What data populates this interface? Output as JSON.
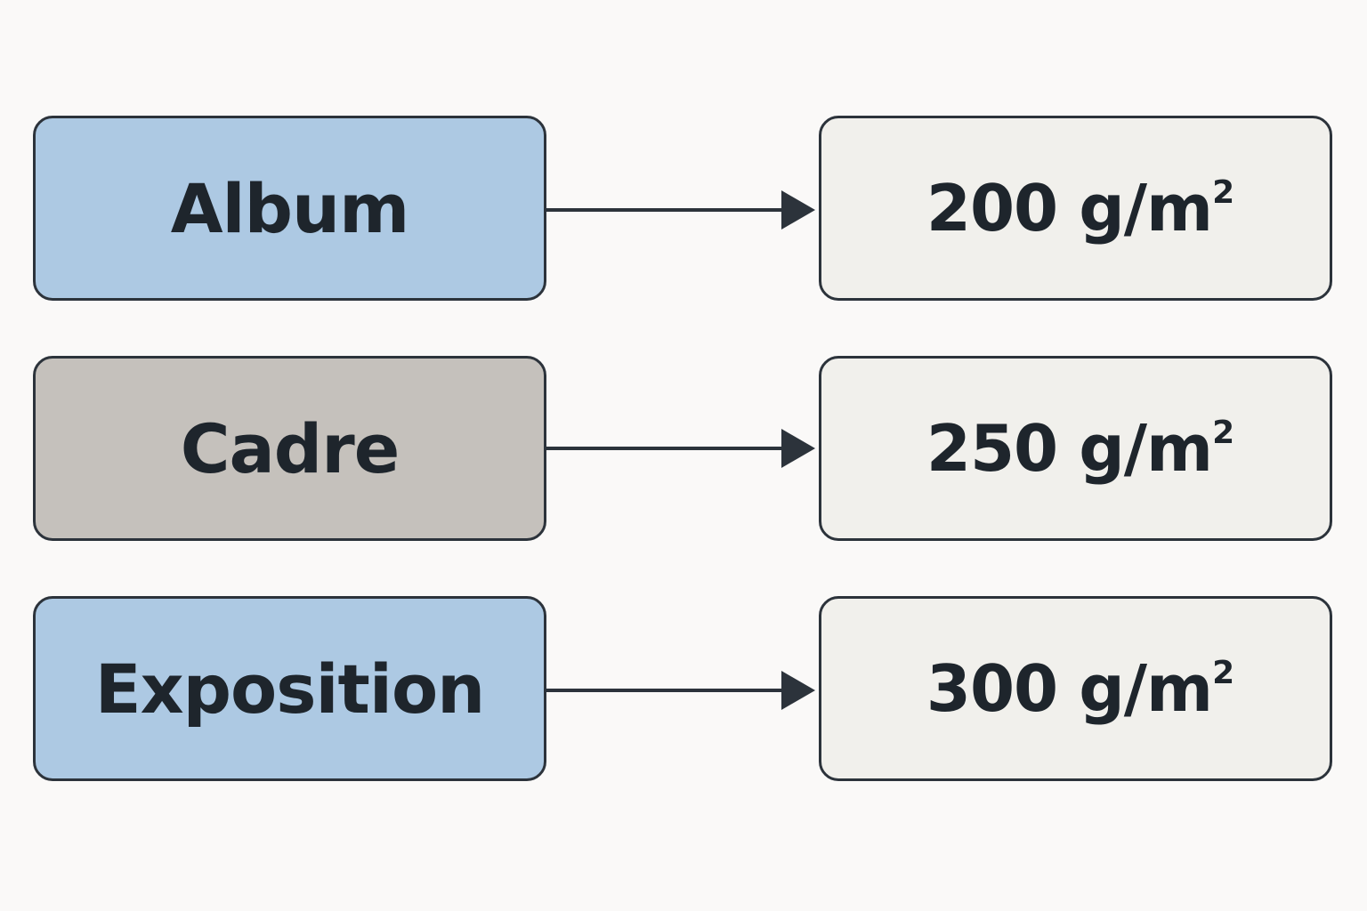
{
  "diagram": {
    "rows": [
      {
        "category": "Album",
        "weight": "200 g/m",
        "exponent": "2",
        "fill": "#adc9e3"
      },
      {
        "category": "Cadre",
        "weight": "250 g/m",
        "exponent": "2",
        "fill": "#c5c1bc"
      },
      {
        "category": "Exposition",
        "weight": "300 g/m",
        "exponent": "2",
        "fill": "#adc9e3"
      }
    ],
    "value_fill": "#f1f0ec",
    "stroke": "#2c333b"
  }
}
